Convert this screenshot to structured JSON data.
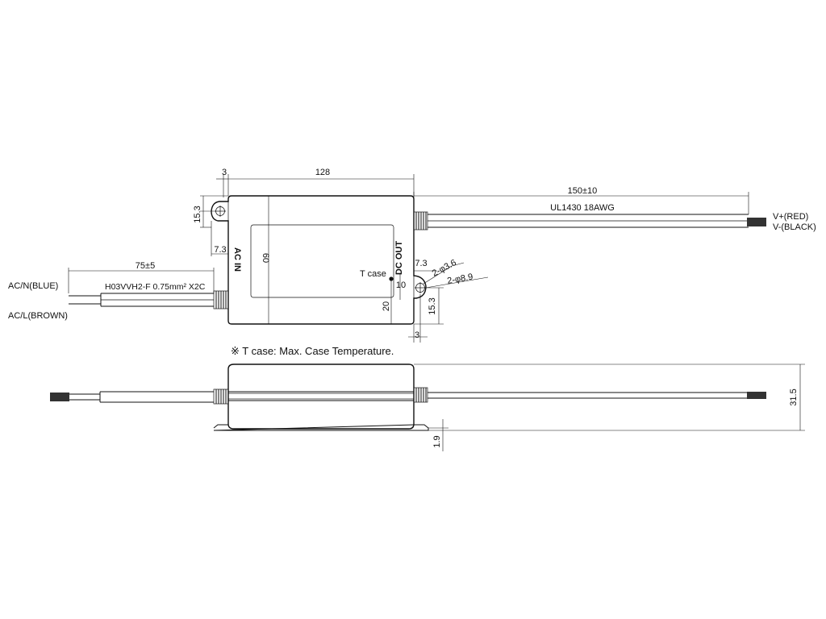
{
  "dims": {
    "width_128": "128",
    "edge_3_top": "3",
    "hole_15_3_left": "15.3",
    "hole_7_3_left": "7.3",
    "height_60": "60",
    "ac_lead_75": "75±5",
    "dc_lead_150": "150±10",
    "edge_7_3_right": "7.3",
    "offset_10": "10",
    "offset_20": "20",
    "hole_15_3_right": "15.3",
    "edge_3_bottom": "3",
    "height_31_5": "31.5",
    "flange_1_9": "1.9"
  },
  "labels": {
    "ac_in": "AC IN",
    "dc_out": "DC OUT",
    "t_case": "T case",
    "hole_small": "2-φ3.6",
    "hole_large": "2-φ8.9",
    "ac_cable": "H03VVH2-F 0.75mm² X2C",
    "dc_cable": "UL1430 18AWG",
    "ac_n": "AC/N(BLUE)",
    "ac_l": "AC/L(BROWN)",
    "v_pos": "V+(RED)",
    "v_neg": "V-(BLACK)",
    "note": "※ T case: Max. Case Temperature."
  }
}
